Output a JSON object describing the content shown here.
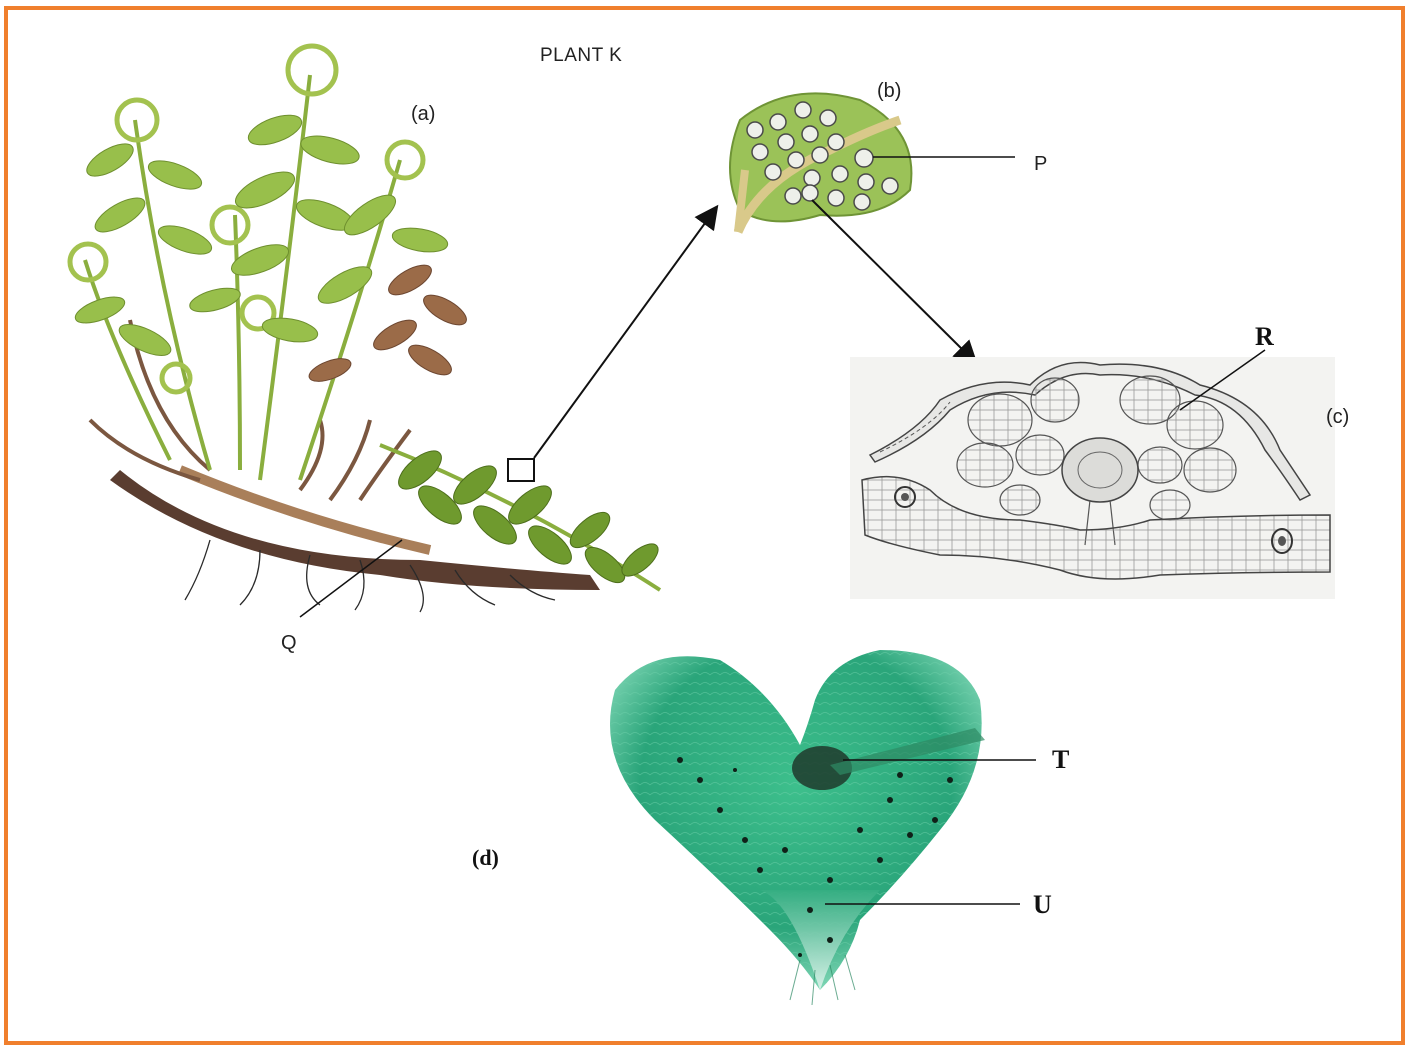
{
  "title": "PLANT K",
  "panels": {
    "a": "(a)",
    "b": "(b)",
    "c": "(c)",
    "d": "(d)"
  },
  "labels": {
    "P": "P",
    "Q": "Q",
    "R": "R",
    "T": "T",
    "U": "U"
  },
  "colors": {
    "frame": "#f07f2d",
    "frond_green": "#8fb84a",
    "rhizome_brown": "#6b4a3a",
    "prothallus_green": "#2fae7e"
  }
}
